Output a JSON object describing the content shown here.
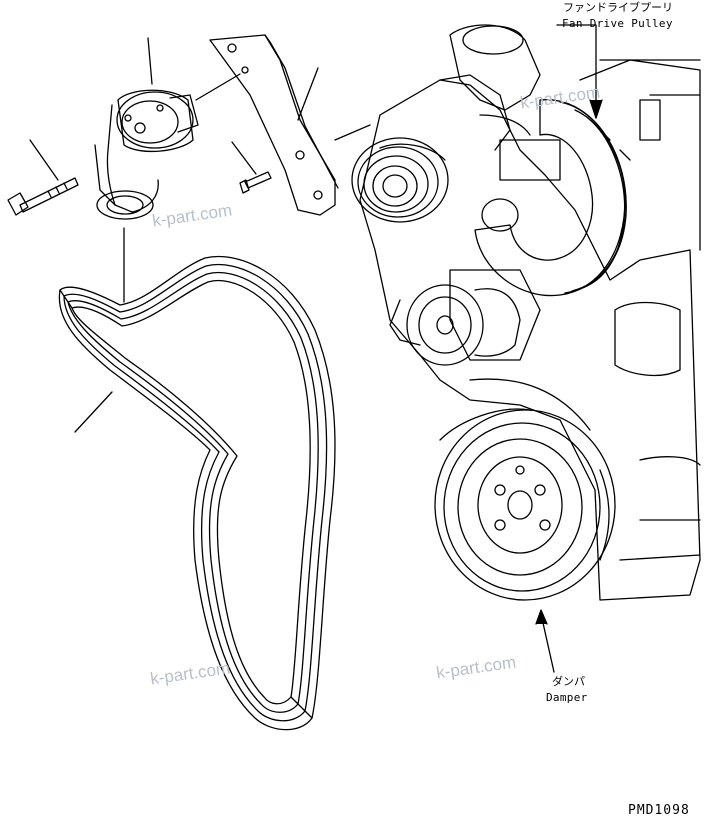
{
  "labels": {
    "fan_drive_pulley_jp": "ファンドライブプーリ",
    "fan_drive_pulley_en": "Fan Drive Pulley",
    "damper_jp": "ダンパ",
    "damper_en": "Damper"
  },
  "watermark": "k-part.com",
  "drawing_code": "PMD1098",
  "colors": {
    "line": "#000000",
    "watermark": "#b8c0c8",
    "background": "#ffffff"
  }
}
